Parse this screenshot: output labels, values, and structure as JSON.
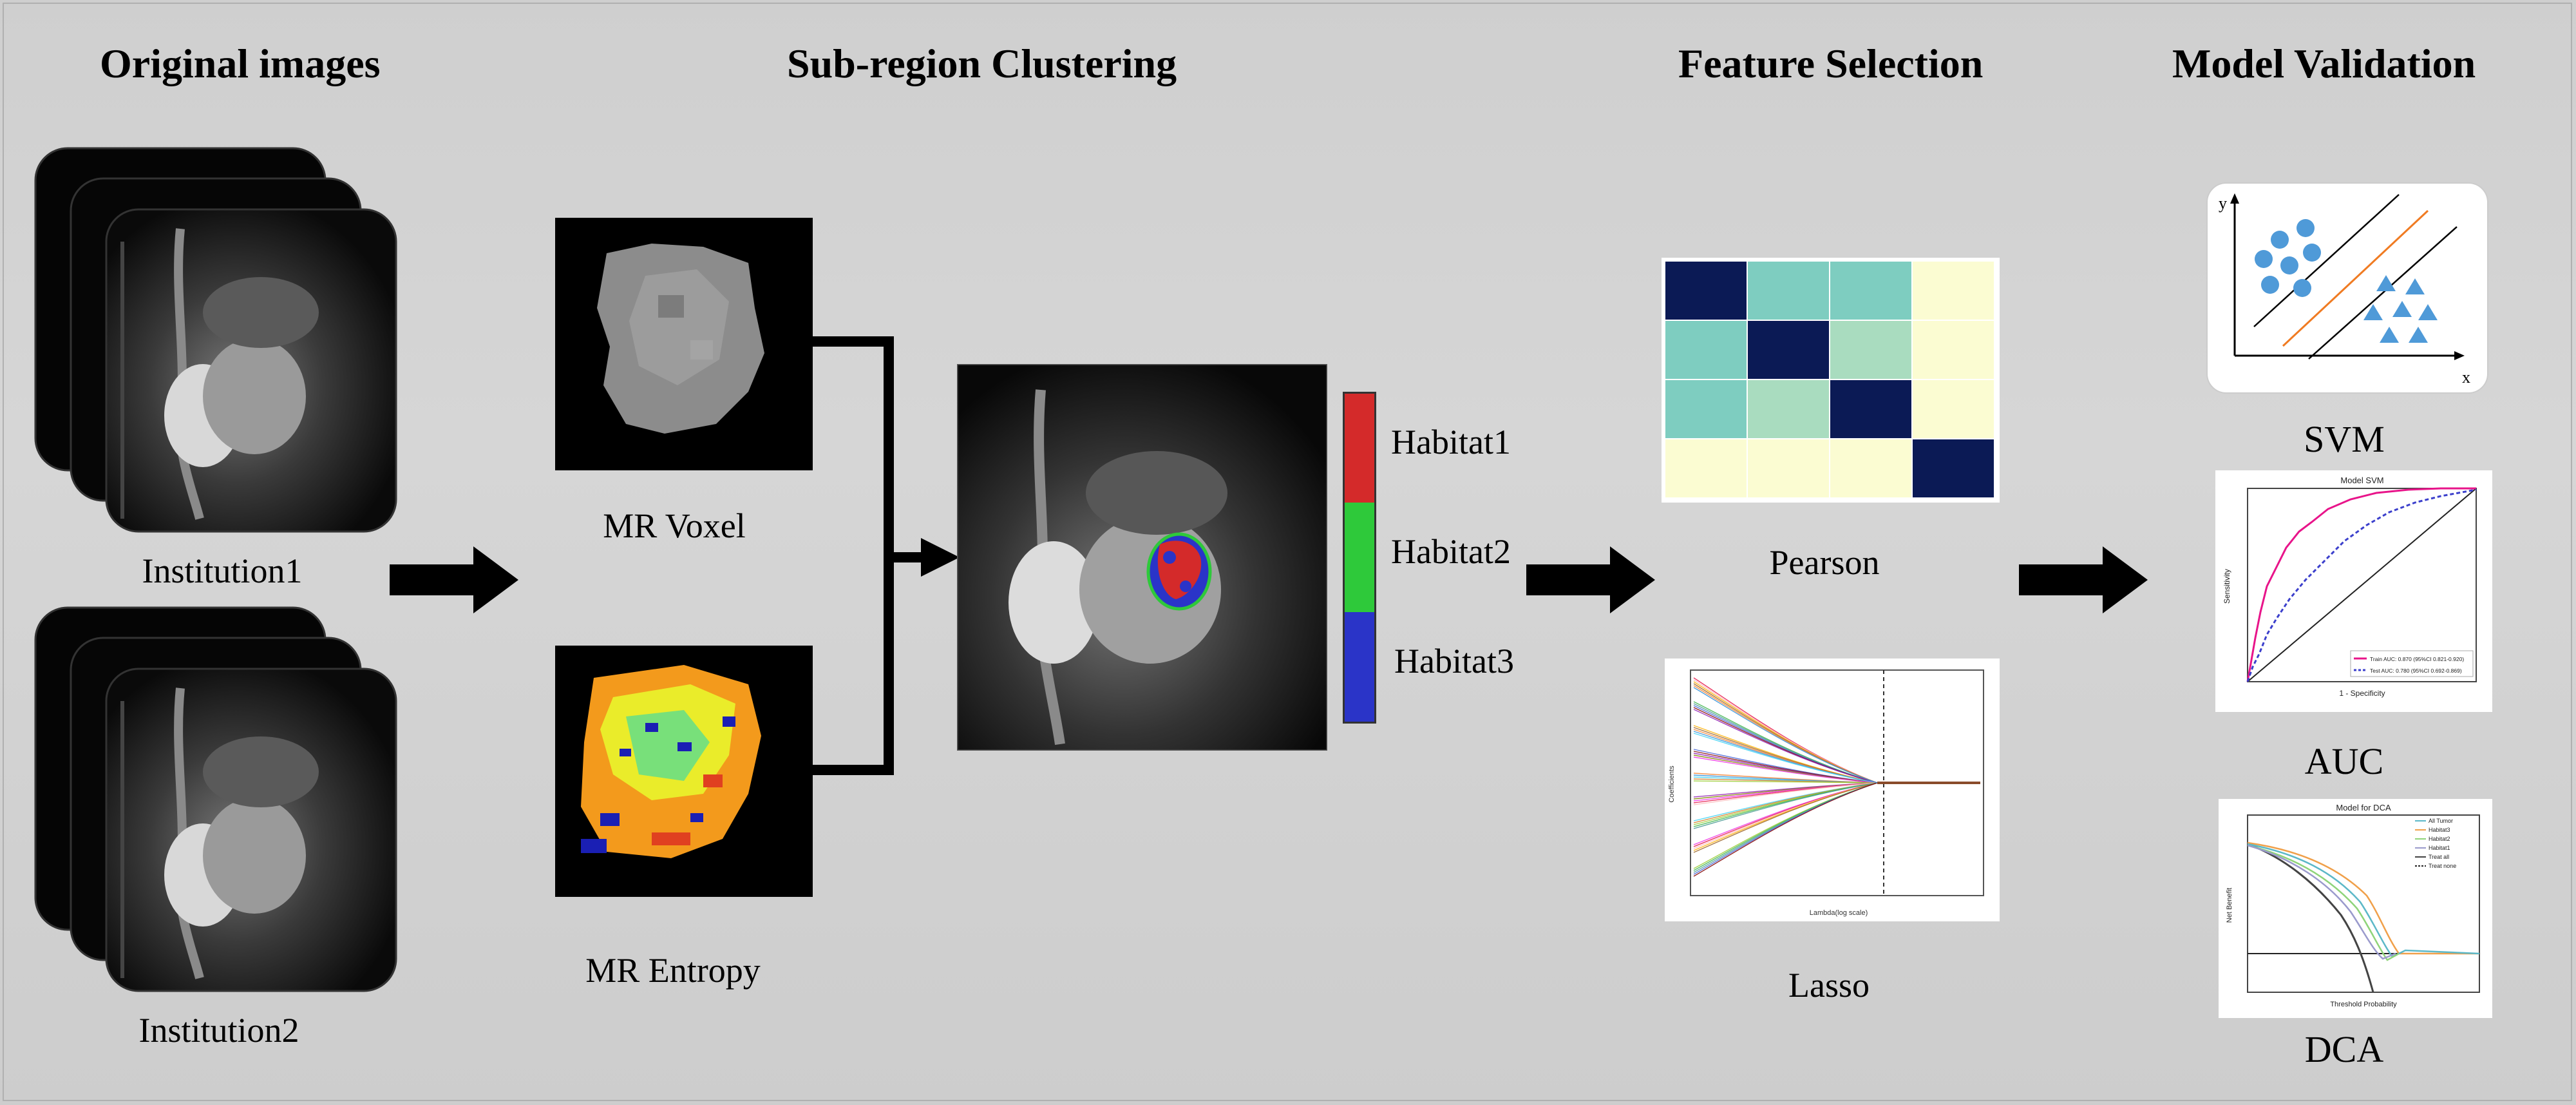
{
  "headers": {
    "original": "Original  images",
    "subregion": "Sub-region  Clustering",
    "feature": "Feature Selection",
    "model": "Model Validation"
  },
  "labels": {
    "inst1": "Institution1",
    "inst2": "Institution2",
    "voxel": "MR Voxel",
    "entropy": "MR Entropy",
    "pearson": "Pearson",
    "lasso": "Lasso",
    "svm": "SVM",
    "auc": "AUC",
    "dca": "DCA"
  },
  "habitats": [
    {
      "label": "Habitat1",
      "color": "#d42a2a"
    },
    {
      "label": "Habitat2",
      "color": "#2ec93a"
    },
    {
      "label": "Habitat3",
      "color": "#2a34c8"
    }
  ],
  "svm_panel": {
    "y_axis": "y",
    "x_axis": "x"
  },
  "auc_panel": {
    "title": "Model SVM",
    "xlabel": "1 - Specificity",
    "ylabel": "Sensitivity",
    "legend": [
      "Train AUC: 0.870 (95%CI 0.821-0.920)",
      "Test AUC: 0.780 (95%CI 0.692-0.869)"
    ]
  },
  "dca_panel": {
    "title": "Model for DCA",
    "xlabel": "Threshold Probability",
    "ylabel": "Net Benefit",
    "legend": [
      "All Tumor",
      "Habitat3",
      "Habitat2",
      "Habitat1",
      "Treat all",
      "Treat none"
    ]
  },
  "lasso_panel": {
    "xlabel": "Lambda(log scale)",
    "ylabel": "Coefficients"
  },
  "colors": {
    "background": "#d2d2d2",
    "arrow": "#000000",
    "heat_dark": "#0b1a55",
    "heat_mid": "#7ecdc0",
    "heat_light": "#fbfcd2"
  }
}
